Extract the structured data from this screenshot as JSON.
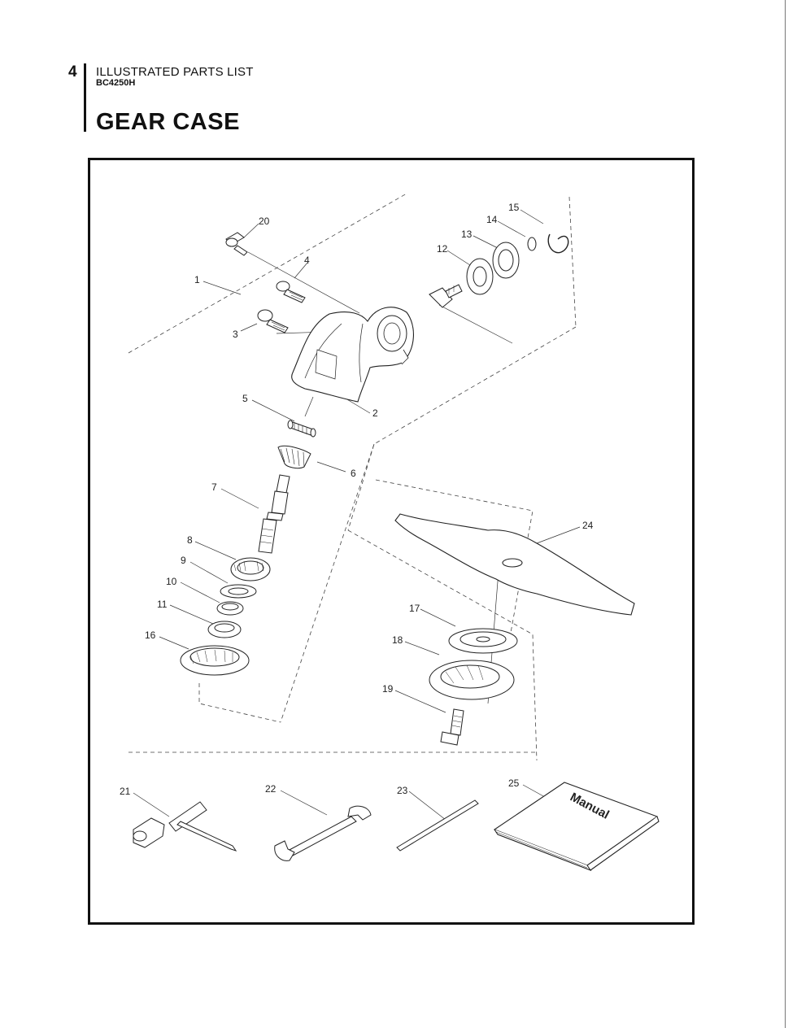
{
  "header": {
    "page_number": "4",
    "section_title": "ILLUSTRATED PARTS LIST",
    "model": "BC4250H",
    "title": "GEAR CASE"
  },
  "diagram": {
    "part_labels": {
      "p1": "1",
      "p2": "2",
      "p3": "3",
      "p4": "4",
      "p5": "5",
      "p6": "6",
      "p7": "7",
      "p8": "8",
      "p9": "9",
      "p10": "10",
      "p11": "11",
      "p12": "12",
      "p13": "13",
      "p14": "14",
      "p15": "15",
      "p16": "16",
      "p17": "17",
      "p18": "18",
      "p19": "19",
      "p20": "20",
      "p21": "21",
      "p22": "22",
      "p23": "23",
      "p24": "24",
      "p25": "25"
    },
    "manual_text": "Manual"
  }
}
